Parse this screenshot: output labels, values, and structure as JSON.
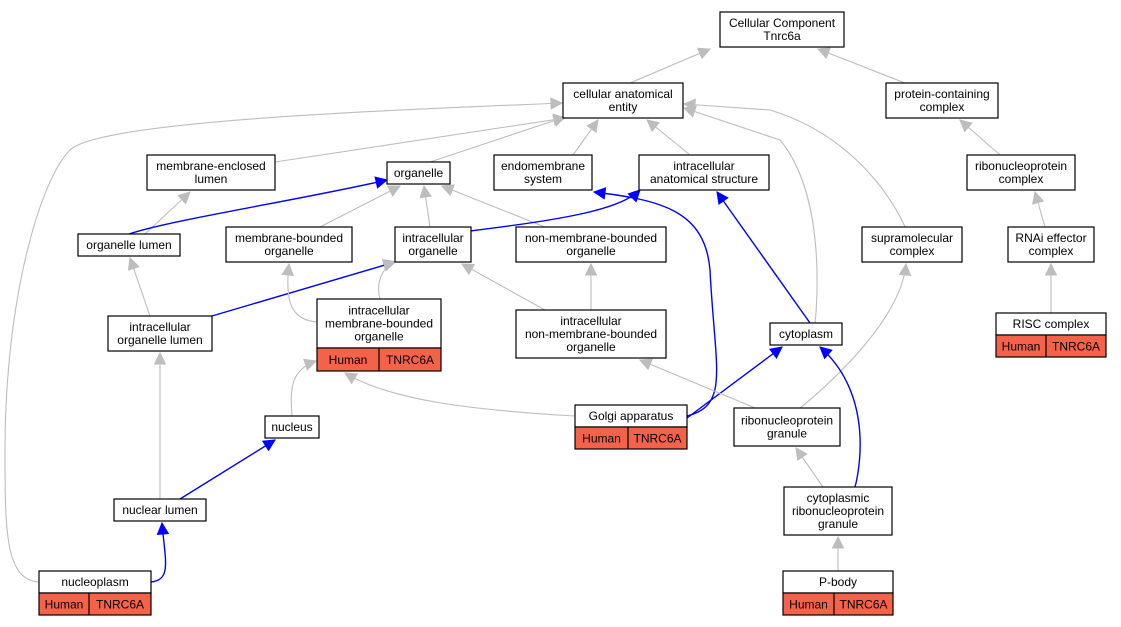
{
  "colors": {
    "gray_edge": "#bdbdbd",
    "blue_edge": "#0000ff",
    "annotation_fill": "#f4624a",
    "node_border": "#000000",
    "node_fill": "#ffffff"
  },
  "nodes": [
    {
      "id": "root",
      "lines": [
        "Cellular Component",
        "Tnrc6a"
      ]
    },
    {
      "id": "cae",
      "lines": [
        "cellular anatomical",
        "entity"
      ]
    },
    {
      "id": "pcc",
      "lines": [
        "protein-containing",
        "complex"
      ]
    },
    {
      "id": "mel",
      "lines": [
        "membrane-enclosed",
        "lumen"
      ]
    },
    {
      "id": "organelle",
      "lines": [
        "organelle"
      ]
    },
    {
      "id": "endo",
      "lines": [
        "endomembrane",
        "system"
      ]
    },
    {
      "id": "ias",
      "lines": [
        "intracellular",
        "anatomical structure"
      ]
    },
    {
      "id": "rnp",
      "lines": [
        "ribonucleoprotein",
        "complex"
      ]
    },
    {
      "id": "orgl",
      "lines": [
        "organelle lumen"
      ]
    },
    {
      "id": "mbo",
      "lines": [
        "membrane-bounded",
        "organelle"
      ]
    },
    {
      "id": "io",
      "lines": [
        "intracellular",
        "organelle"
      ]
    },
    {
      "id": "nmbo",
      "lines": [
        "non-membrane-bounded",
        "organelle"
      ]
    },
    {
      "id": "smc",
      "lines": [
        "supramolecular",
        "complex"
      ]
    },
    {
      "id": "rnai",
      "lines": [
        "RNAi effector",
        "complex"
      ]
    },
    {
      "id": "iol",
      "lines": [
        "intracellular",
        "organelle lumen"
      ]
    },
    {
      "id": "imbo",
      "lines": [
        "intracellular",
        "membrane-bounded",
        "organelle"
      ],
      "tags": [
        "Human",
        "TNRC6A"
      ]
    },
    {
      "id": "inmbo",
      "lines": [
        "intracellular",
        "non-membrane-bounded",
        "organelle"
      ]
    },
    {
      "id": "cyto",
      "lines": [
        "cytoplasm"
      ]
    },
    {
      "id": "risc",
      "lines": [
        "RISC complex"
      ],
      "tags": [
        "Human",
        "TNRC6A"
      ]
    },
    {
      "id": "golgi",
      "lines": [
        "Golgi apparatus"
      ],
      "tags": [
        "Human",
        "TNRC6A"
      ]
    },
    {
      "id": "nucleus",
      "lines": [
        "nucleus"
      ]
    },
    {
      "id": "rnpg",
      "lines": [
        "ribonucleoprotein",
        "granule"
      ]
    },
    {
      "id": "nlumen",
      "lines": [
        "nuclear lumen"
      ]
    },
    {
      "id": "crnpg",
      "lines": [
        "cytoplasmic",
        "ribonucleoprotein",
        "granule"
      ]
    },
    {
      "id": "nplasm",
      "lines": [
        "nucleoplasm"
      ],
      "tags": [
        "Human",
        "TNRC6A"
      ]
    },
    {
      "id": "pbody",
      "lines": [
        "P-body"
      ],
      "tags": [
        "Human",
        "TNRC6A"
      ]
    }
  ],
  "edges": [
    {
      "from": "cae",
      "to": "root",
      "type": "is_a"
    },
    {
      "from": "pcc",
      "to": "root",
      "type": "is_a"
    },
    {
      "from": "mel",
      "to": "cae",
      "type": "is_a"
    },
    {
      "from": "organelle",
      "to": "cae",
      "type": "is_a"
    },
    {
      "from": "endo",
      "to": "cae",
      "type": "is_a"
    },
    {
      "from": "ias",
      "to": "cae",
      "type": "is_a"
    },
    {
      "from": "cyto",
      "to": "cae",
      "type": "is_a"
    },
    {
      "from": "smc",
      "to": "cae",
      "type": "is_a"
    },
    {
      "from": "nplasm",
      "to": "cae",
      "type": "is_a"
    },
    {
      "from": "rnp",
      "to": "pcc",
      "type": "is_a"
    },
    {
      "from": "rnai",
      "to": "rnp",
      "type": "is_a"
    },
    {
      "from": "risc",
      "to": "rnai",
      "type": "is_a"
    },
    {
      "from": "orgl",
      "to": "mel",
      "type": "is_a"
    },
    {
      "from": "orgl",
      "to": "organelle",
      "type": "part_of"
    },
    {
      "from": "mbo",
      "to": "organelle",
      "type": "is_a"
    },
    {
      "from": "io",
      "to": "organelle",
      "type": "is_a"
    },
    {
      "from": "nmbo",
      "to": "organelle",
      "type": "is_a"
    },
    {
      "from": "io",
      "to": "ias",
      "type": "part_of"
    },
    {
      "from": "iol",
      "to": "orgl",
      "type": "is_a"
    },
    {
      "from": "iol",
      "to": "io",
      "type": "part_of"
    },
    {
      "from": "imbo",
      "to": "mbo",
      "type": "is_a"
    },
    {
      "from": "imbo",
      "to": "io",
      "type": "is_a"
    },
    {
      "from": "inmbo",
      "to": "io",
      "type": "is_a"
    },
    {
      "from": "inmbo",
      "to": "nmbo",
      "type": "is_a"
    },
    {
      "from": "cyto",
      "to": "ias",
      "type": "part_of"
    },
    {
      "from": "golgi",
      "to": "imbo",
      "type": "is_a"
    },
    {
      "from": "golgi",
      "to": "endo",
      "type": "part_of"
    },
    {
      "from": "golgi",
      "to": "cyto",
      "type": "part_of"
    },
    {
      "from": "nucleus",
      "to": "imbo",
      "type": "is_a"
    },
    {
      "from": "rnpg",
      "to": "inmbo",
      "type": "is_a"
    },
    {
      "from": "rnpg",
      "to": "smc",
      "type": "is_a"
    },
    {
      "from": "nlumen",
      "to": "iol",
      "type": "is_a"
    },
    {
      "from": "nlumen",
      "to": "nucleus",
      "type": "part_of"
    },
    {
      "from": "crnpg",
      "to": "rnpg",
      "type": "is_a"
    },
    {
      "from": "crnpg",
      "to": "cyto",
      "type": "part_of"
    },
    {
      "from": "nplasm",
      "to": "nlumen",
      "type": "part_of"
    },
    {
      "from": "pbody",
      "to": "crnpg",
      "type": "is_a"
    }
  ]
}
